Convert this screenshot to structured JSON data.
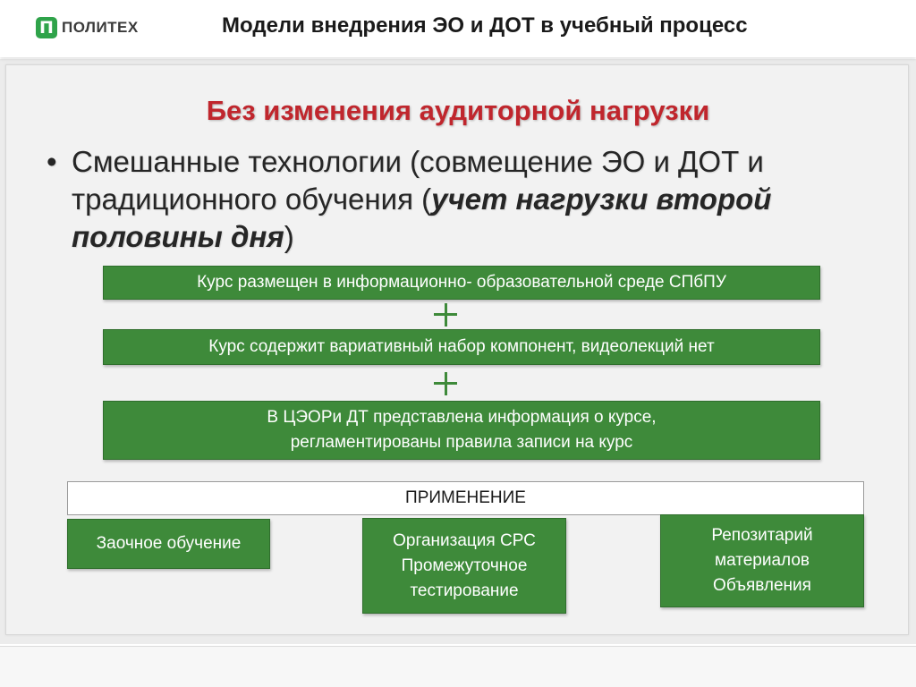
{
  "header": {
    "logo_mark": "П",
    "logo_text": "ПОЛИТЕХ",
    "title": "Модели внедрения ЭО и ДОТ в учебный процесс"
  },
  "slide": {
    "section_title": "Без изменения аудиторной нагрузки",
    "bullet": {
      "symbol": "•",
      "text_line1": "Смешанные технологии (совмещение ЭО и ДОТ и",
      "text_line2_normal": "традиционного обучения (",
      "text_bold_1": "учет нагрузки второй",
      "text_bold_2": "половины дня",
      "text_end": ")"
    },
    "steps": [
      "Курс размещен в  информационно- образовательной  среде СПбПУ",
      "Курс  содержит вариативный набор компонент, видеолекций нет",
      "В ЦЭОРи ДТ представлена информация о курсе, регламентированы правила записи на курс"
    ],
    "application": {
      "title": "ПРИМЕНЕНИЕ",
      "boxes": [
        "Заочное обучение",
        "Организация СРС Промежуточное тестирование",
        "Репозитарий материалов Объявления"
      ]
    }
  },
  "colors": {
    "accent_red": "#c0262d",
    "box_green": "#3e8a3a",
    "logo_green": "#2fa34a"
  }
}
